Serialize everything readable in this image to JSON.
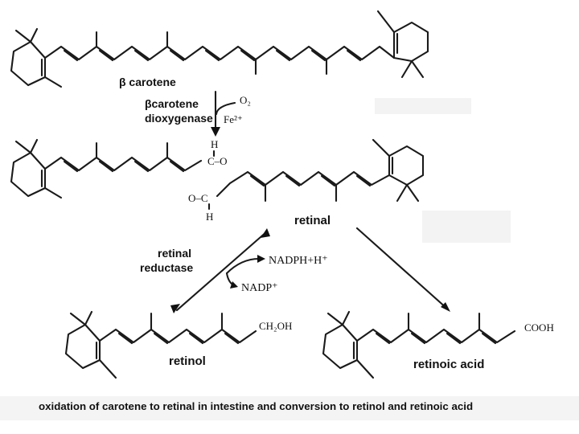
{
  "labels": {
    "beta_carotene": "β carotene",
    "enzyme1_line1": "βcarotene",
    "enzyme1_line2": "dioxygenase",
    "o2": "O₂",
    "fe": "Fe²⁺",
    "retinal": "retinal",
    "enzyme2_line1": "retinal",
    "enzyme2_line2": "reductase",
    "nadph": "NADPH+H⁺",
    "nadp": "NADP⁺",
    "retinol": "retinol",
    "ch2oh": "CH₂OH",
    "retinoic_acid": "retinoic acid",
    "cooh": "COOH",
    "aldehyde_h_top": "H",
    "aldehyde_c_top": "C–O",
    "aldehyde_c_bottom": "O–C",
    "aldehyde_h_bottom": "H"
  },
  "caption": "oxidation of carotene to retinal in intestine and conversion to retinol and retinoic acid"
}
